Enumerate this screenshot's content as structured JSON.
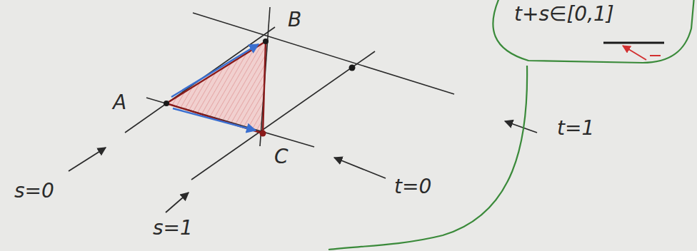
{
  "diagram": {
    "labels": [
      "B",
      "A",
      "C",
      "s=0",
      "s=1",
      "t=0",
      "t=1",
      "t+s∈[0,1]"
    ]
  }
}
